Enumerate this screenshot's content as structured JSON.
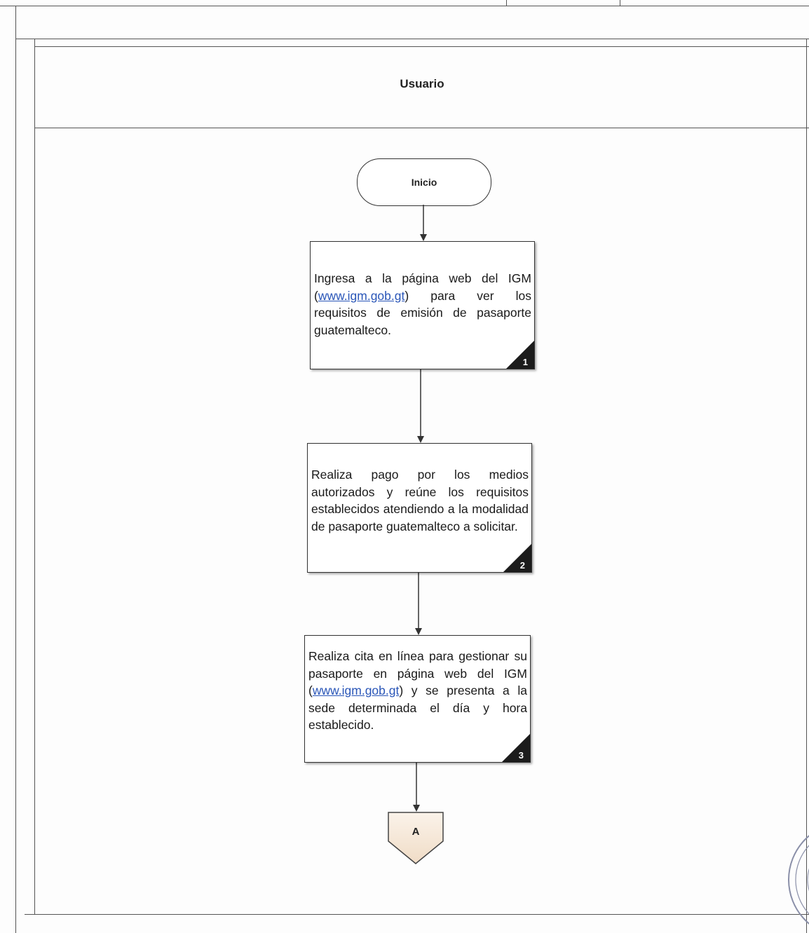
{
  "lane": {
    "title": "Usuario"
  },
  "start": {
    "label": "Inicio"
  },
  "steps": [
    {
      "number": "1",
      "text_before": "Ingresa a la página web del IGM (",
      "link": "www.igm.gob.gt",
      "text_after": ") para ver los requisitos de emisión de pasaporte guatemalteco."
    },
    {
      "number": "2",
      "text_before": "Realiza pago por los medios autorizados y reúne los requisitos establecidos atendiendo a la modalidad de pasaporte guatemalteco a solicitar.",
      "link": "",
      "text_after": ""
    },
    {
      "number": "3",
      "text_before": "Realiza cita en línea para gestionar su pasaporte en página web del IGM (",
      "link": "www.igm.gob.gt",
      "text_after": ") y se presenta a la sede determinada el día y hora establecido."
    }
  ],
  "connector": {
    "label": "A"
  },
  "colors": {
    "link": "#2a56b8",
    "line": "#333333",
    "badge": "#1c1c1c"
  }
}
